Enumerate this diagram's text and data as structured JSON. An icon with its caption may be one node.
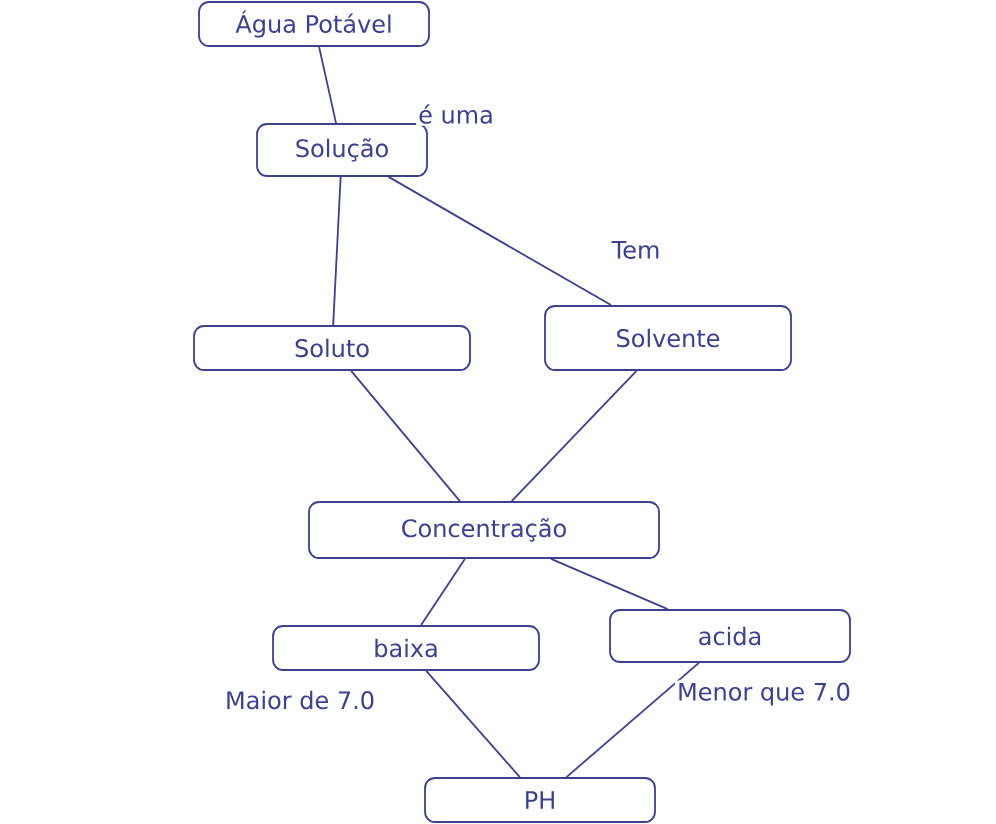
{
  "diagram": {
    "nodes": [
      {
        "text": [
          "Água Potável"
        ]
      },
      {
        "text": [
          "Solução"
        ]
      },
      {
        "text": [
          "Soluto"
        ]
      },
      {
        "text": [
          "Solvente"
        ]
      },
      {
        "text": [
          "Concentração"
        ]
      },
      {
        "text": [
          "baixa"
        ]
      },
      {
        "text": [
          "acida"
        ]
      },
      {
        "text": [
          "PH"
        ]
      }
    ],
    "edges": [
      {
        "from": 0,
        "to": 1,
        "arrow": "none",
        "label": "é uma"
      },
      {
        "from": 1,
        "to": 2,
        "arrow": "none"
      },
      {
        "from": 1,
        "to": 3,
        "arrow": "none",
        "label": "Tem"
      },
      {
        "from": 2,
        "to": 4,
        "arrow": "none"
      },
      {
        "from": 3,
        "to": 4,
        "arrow": "none"
      },
      {
        "from": 4,
        "to": 5,
        "arrow": "none"
      },
      {
        "from": 4,
        "to": 6,
        "arrow": "none"
      },
      {
        "from": 5,
        "to": 7,
        "arrow": "none",
        "label": "Maior de 7.0"
      },
      {
        "from": 6,
        "to": 7,
        "arrow": "none",
        "label": "Menor que 7.0"
      }
    ]
  }
}
